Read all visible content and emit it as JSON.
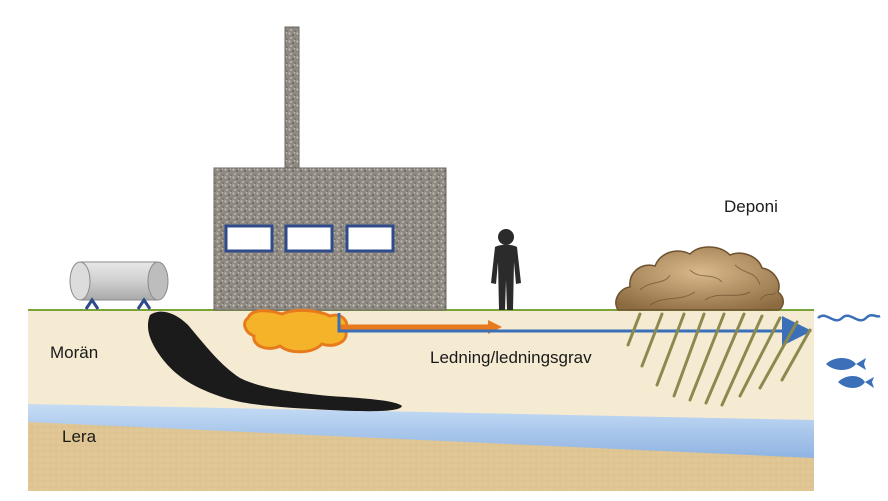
{
  "labels": {
    "moran": "Morän",
    "lera": "Lera",
    "ledning": "Ledning/ledningsgrav",
    "deponi": "Deponi"
  },
  "colors": {
    "moran_soil": "#f5ebd3",
    "lera_clay": "#e0c795",
    "groundwater": "#a9c7ec",
    "grass_line": "#7aa33a",
    "building": "#8f8a83",
    "window_frame": "#2f4b8a",
    "pollution_plume": "#1b1b1b",
    "orange_spill": "#f5b32a",
    "orange_outline": "#e87a1e",
    "pipe_blue": "#3b6fb8",
    "leachate_lines": "#8b8a4e",
    "deponi_mound": "#b48a5a",
    "water_wave": "#3b6fb8"
  },
  "icons": {
    "tank": "storage-tank-icon",
    "person": "person-icon",
    "fish": "fish-icon",
    "chimney": "chimney-icon"
  }
}
